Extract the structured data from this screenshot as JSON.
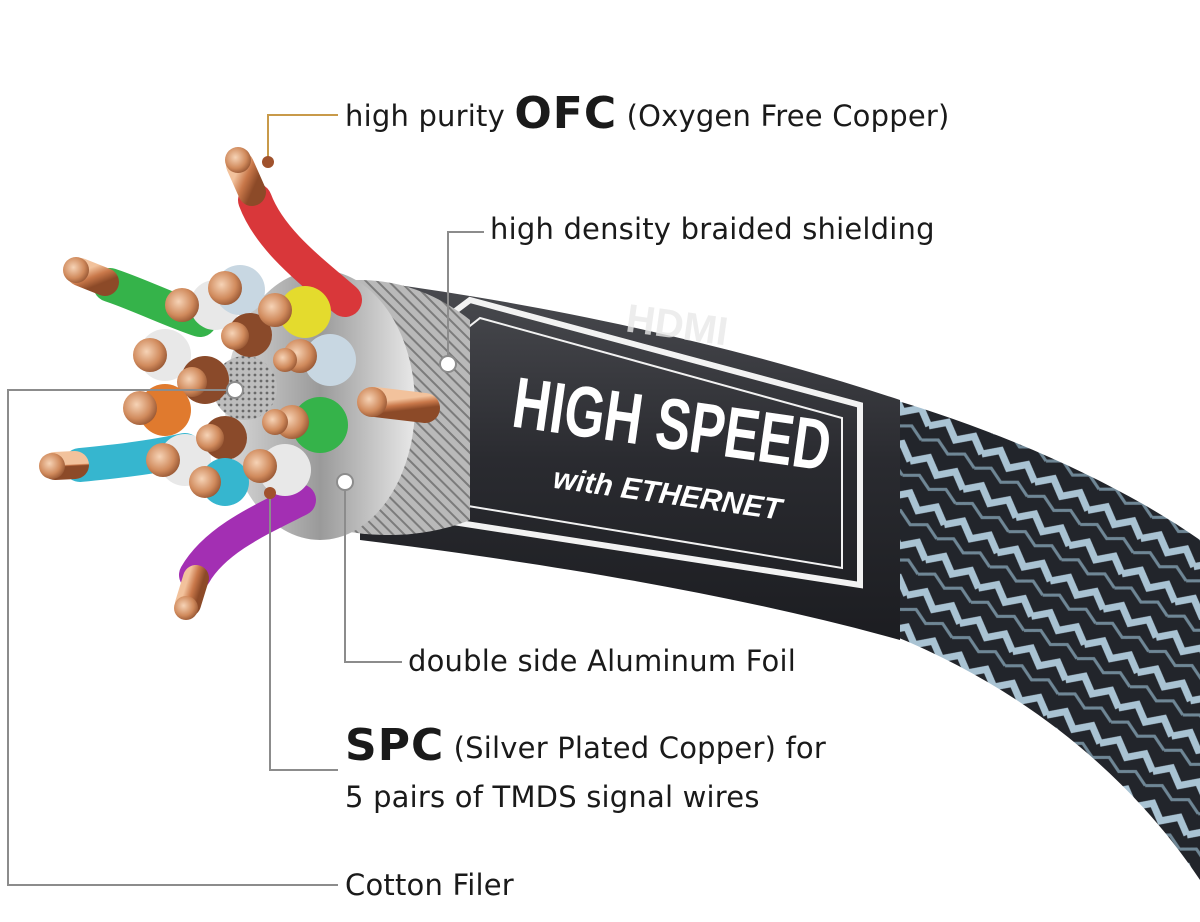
{
  "labels": {
    "ofc": {
      "prefix": "high purity",
      "emphasis": "OFC",
      "suffix": "(Oxygen Free Copper)"
    },
    "shielding": "high density braided shielding",
    "foil": "double side Aluminum Foil",
    "spc": {
      "emphasis": "SPC",
      "line1": "(Silver Plated Copper) for",
      "line2": "5 pairs of TMDS signal wires"
    },
    "filler": "Cotton Filer"
  },
  "jacket_print": {
    "brand": "HDMI",
    "line1": "HIGH SPEED",
    "line2": "with ETHERNET"
  },
  "colors": {
    "text": "#1a1a1a",
    "ofc_leader": "#c89a4a",
    "ofc_dot": "#a0522d",
    "leader_gray": "#8c8c8c",
    "jacket": "#2b2c30",
    "braid_dark": "#23262c",
    "braid_light": "#a9c3d3",
    "copper": "#d08a5c"
  },
  "icons": [
    "copper-conductor-icon",
    "leader-dot-icon"
  ]
}
